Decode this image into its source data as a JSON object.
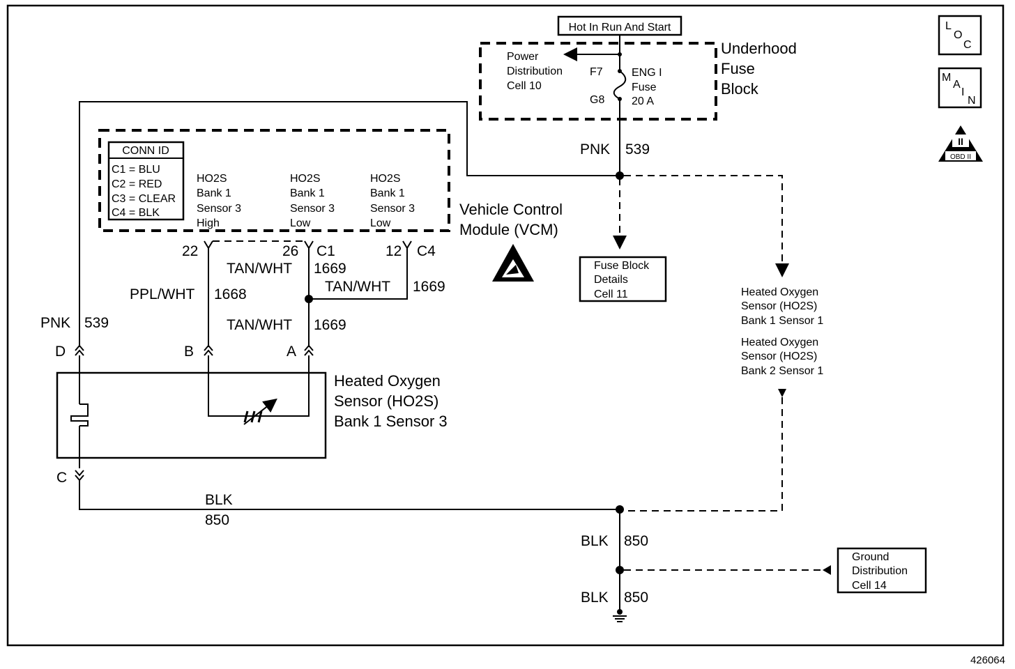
{
  "header": {
    "hot_label": "Hot In Run And Start"
  },
  "corner_buttons": {
    "loc": [
      "L",
      "O",
      "C"
    ],
    "main": [
      "M",
      "A",
      "I",
      "N"
    ],
    "obd": {
      "mark": "II",
      "label": "OBD II"
    }
  },
  "fuse_block": {
    "title_lines": [
      "Underhood",
      "Fuse",
      "Block"
    ],
    "pd_lines": [
      "Power",
      "Distribution",
      "Cell 10"
    ],
    "f7": "F7",
    "g8": "G8",
    "fuse_lines": [
      "ENG I",
      "Fuse",
      "20 A"
    ]
  },
  "vcm": {
    "title_lines": [
      "Vehicle Control",
      "Module (VCM)"
    ],
    "conn_id": {
      "title": "CONN ID",
      "rows": [
        "C1 = BLU",
        "C2 = RED",
        "C3 = CLEAR",
        "C4 = BLK"
      ]
    },
    "pins": [
      {
        "lines": [
          "HO2S",
          "Bank 1",
          "Sensor 3",
          "High"
        ]
      },
      {
        "lines": [
          "HO2S",
          "Bank 1",
          "Sensor 3",
          "Low"
        ]
      },
      {
        "lines": [
          "HO2S",
          "Bank 1",
          "Sensor 3",
          "Low"
        ]
      }
    ],
    "pin_22": "22",
    "pin_26": "26",
    "pin_12": "12",
    "conn_c1": "C1",
    "conn_c4": "C4"
  },
  "wires": {
    "pnk_top": {
      "color": "PNK",
      "num": "539"
    },
    "pnk_left": {
      "color": "PNK",
      "num": "539"
    },
    "tan_c1": {
      "color": "TAN/WHT",
      "num": "1669"
    },
    "tan_c4": {
      "color": "TAN/WHT",
      "num": "1669"
    },
    "ppl": {
      "color": "PPL/WHT",
      "num": "1668"
    },
    "tan_a": {
      "color": "TAN/WHT",
      "num": "1669"
    },
    "blk_main": {
      "color": "BLK",
      "num": "850"
    },
    "blk_1": {
      "color": "BLK",
      "num": "850"
    },
    "blk_2": {
      "color": "BLK",
      "num": "850"
    }
  },
  "connectors": {
    "d": "D",
    "b": "B",
    "a": "A",
    "c": "C"
  },
  "sensor": {
    "title_lines": [
      "Heated Oxygen",
      "Sensor (HO2S)",
      "Bank 1 Sensor 3"
    ]
  },
  "refs": {
    "fuse_details": [
      "Fuse Block",
      "Details",
      "Cell 11"
    ],
    "ho2s_b1s1": [
      "Heated Oxygen",
      "Sensor (HO2S)",
      "Bank 1 Sensor 1"
    ],
    "ho2s_b2s1": [
      "Heated Oxygen",
      "Sensor (HO2S)",
      "Bank 2 Sensor 1"
    ],
    "ground_dist": [
      "Ground",
      "Distribution",
      "Cell 14"
    ]
  },
  "figure_number": "426064"
}
